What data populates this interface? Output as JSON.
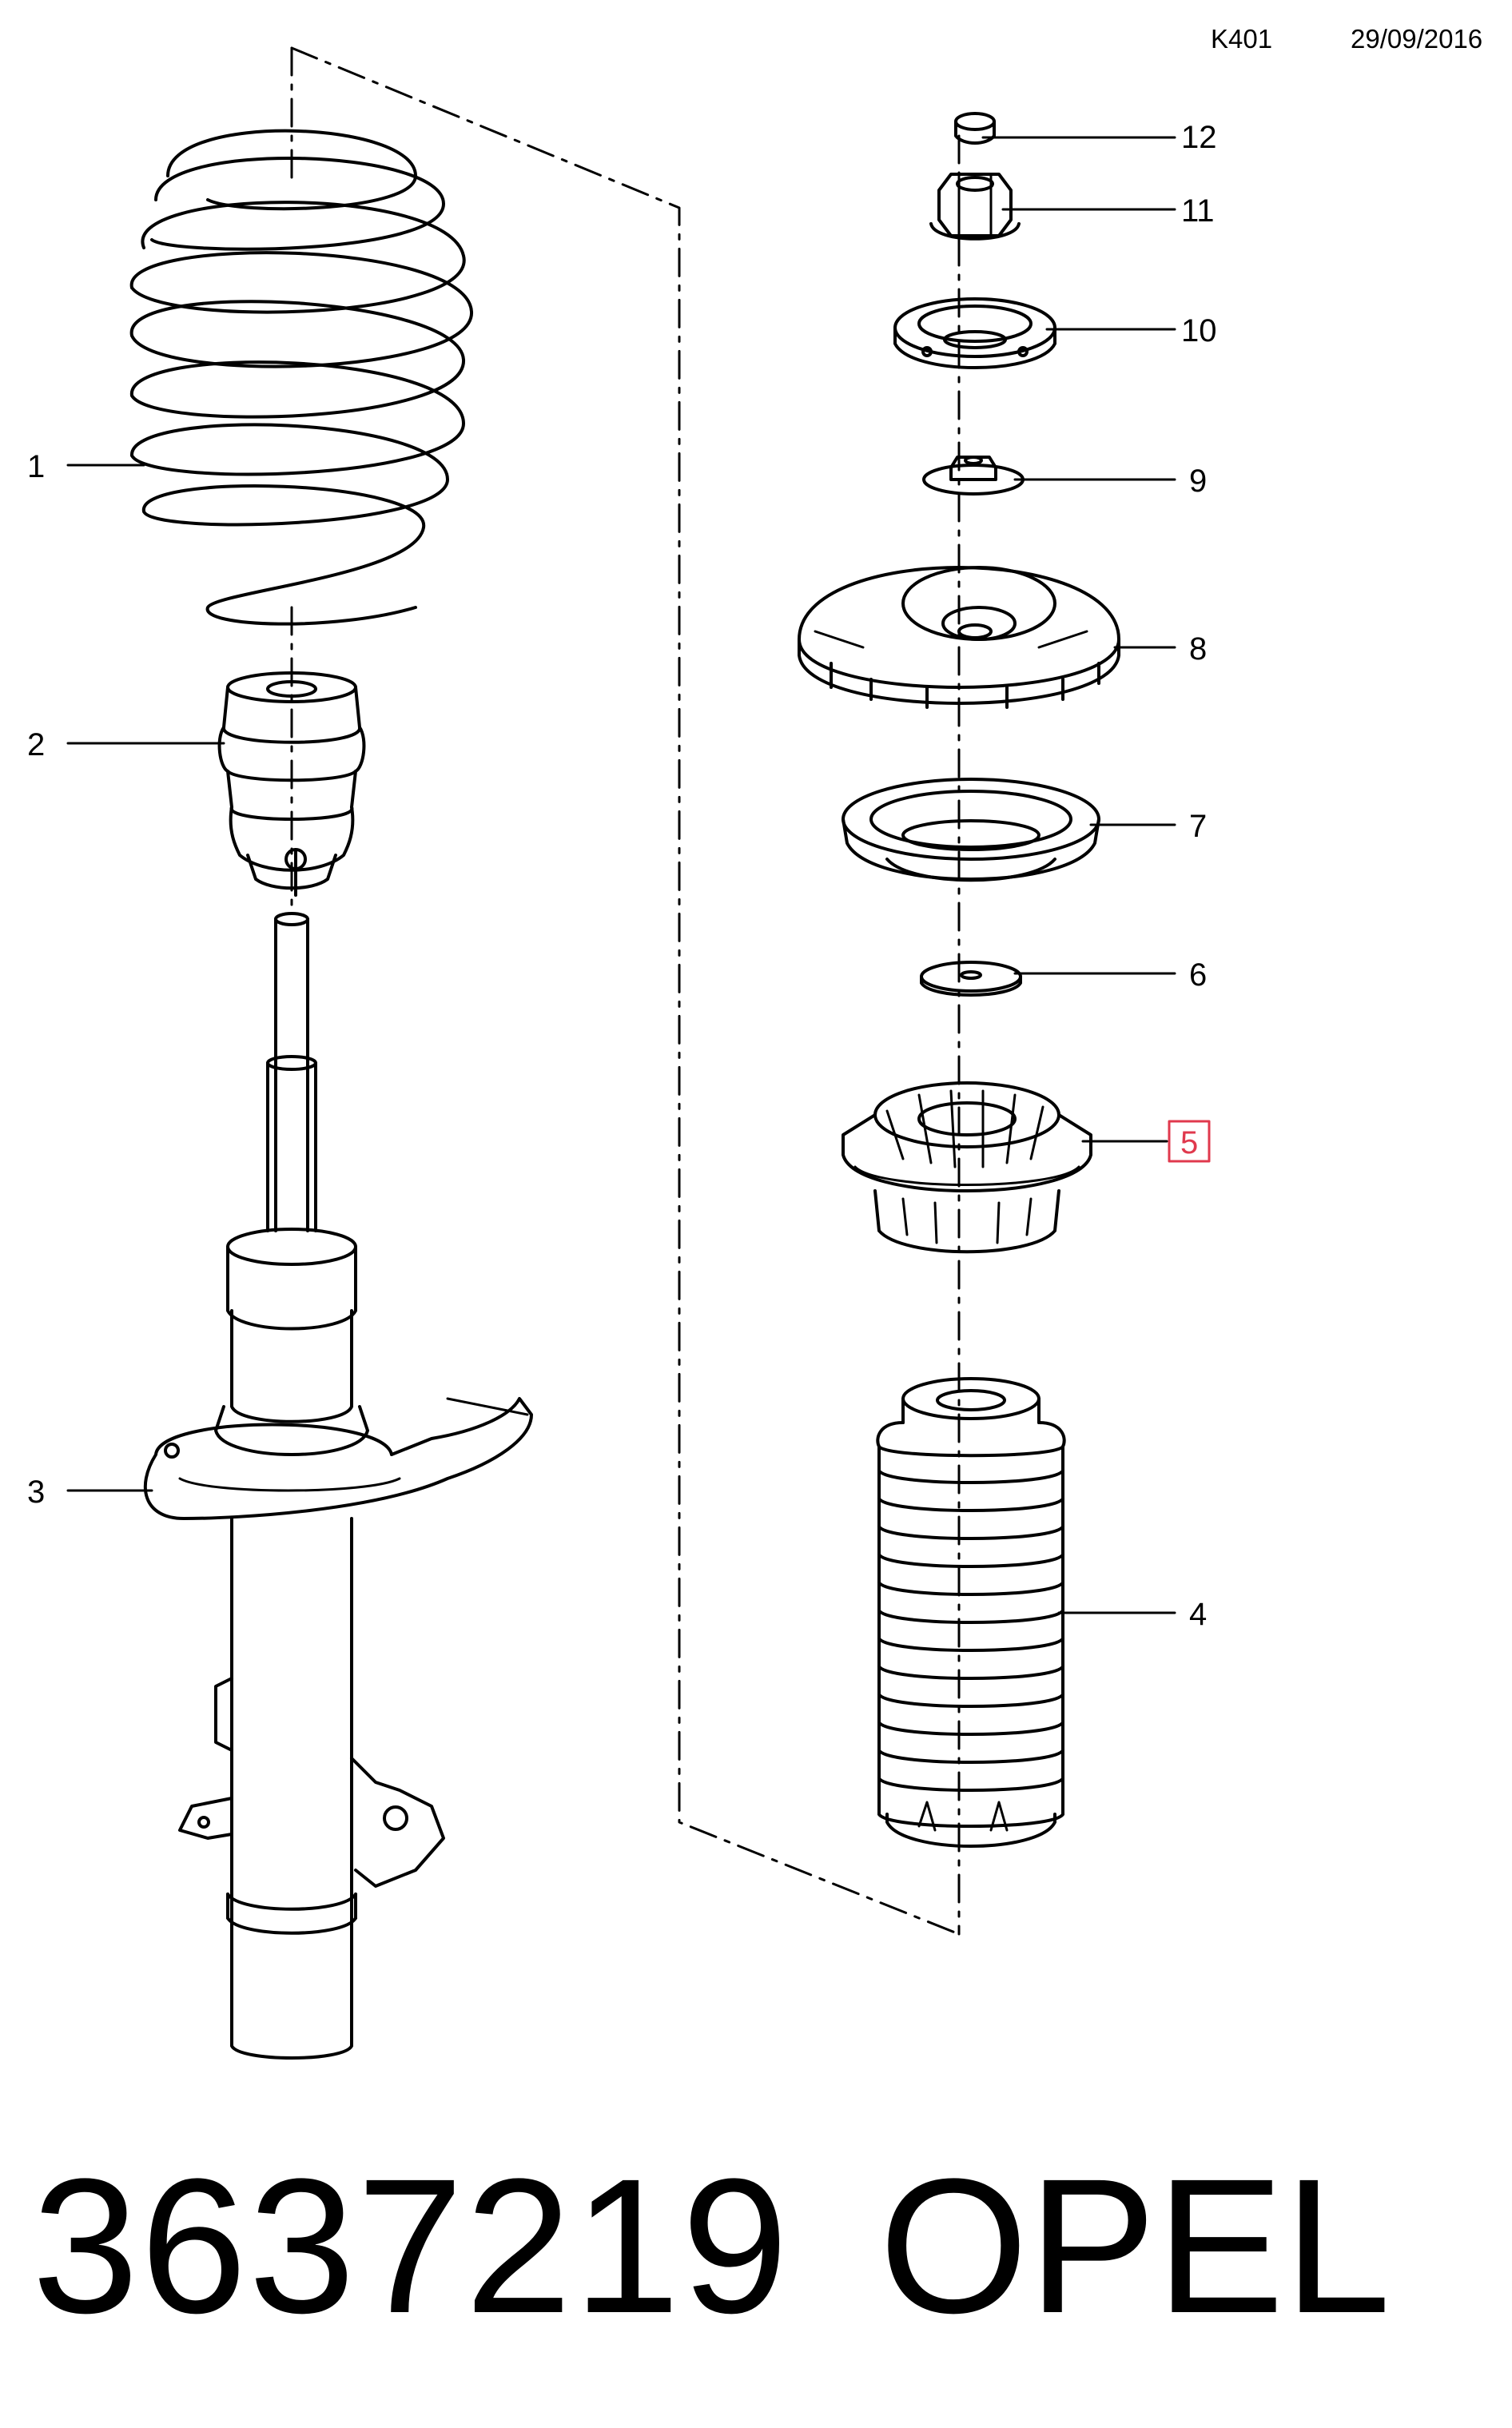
{
  "header": {
    "code": "K401",
    "date": "29/09/2016"
  },
  "callouts": {
    "c1": "1",
    "c2": "2",
    "c3": "3",
    "c4": "4",
    "c5": "5",
    "c6": "6",
    "c7": "7",
    "c8": "8",
    "c9": "9",
    "c10": "10",
    "c11": "11",
    "c12": "12"
  },
  "selected_callout": "5",
  "footer": {
    "part_number": "3637219",
    "brand": "OPEL"
  },
  "colors": {
    "line": "#000000",
    "highlight": "#e0394d",
    "background": "#ffffff"
  }
}
